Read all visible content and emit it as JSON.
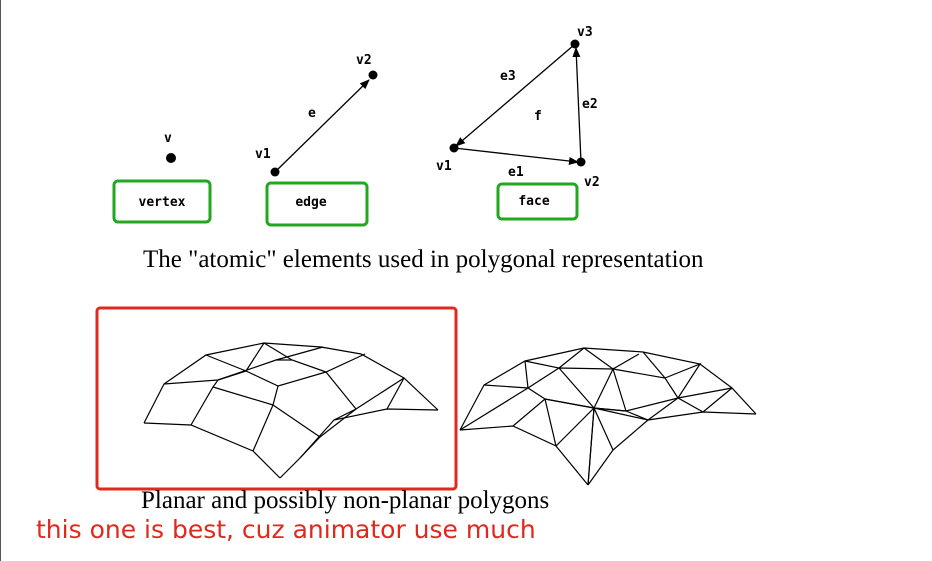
{
  "labels": {
    "vertex_v": "v",
    "edge_v1": "v1",
    "edge_v2": "v2",
    "edge_e": "e",
    "face_v1": "v1",
    "face_v2": "v2",
    "face_v3": "v3",
    "face_e1": "e1",
    "face_e2": "e2",
    "face_e3": "e3",
    "face_f": "f"
  },
  "boxes": {
    "vertex": "vertex",
    "edge": "edge",
    "face": "face"
  },
  "captions": {
    "atomic": "The \"atomic\" elements used in polygonal representation",
    "polygons": "Planar and possibly non-planar polygons"
  },
  "annotation": {
    "note": "this one is best, cuz animator use much",
    "color": "#e0281e"
  },
  "colors": {
    "box_border": "#22a81f",
    "highlight": "#e0281e"
  }
}
